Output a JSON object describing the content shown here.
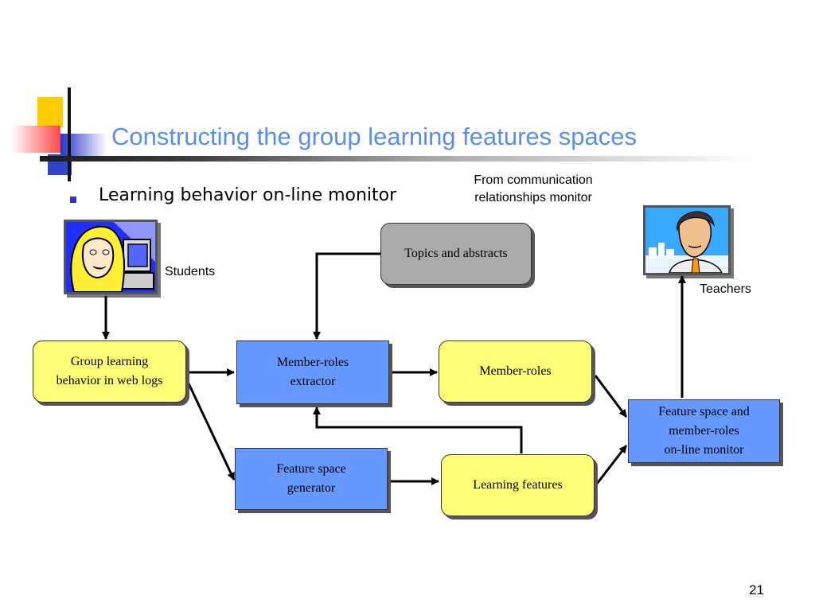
{
  "slide": {
    "title": "Constructing the group learning features spaces",
    "bullet": "Learning behavior on-line monitor",
    "page_number": "21"
  },
  "labels": {
    "students": "Students",
    "teachers": "Teachers",
    "from_monitor_line1": "From communication",
    "from_monitor_line2": "relationships monitor"
  },
  "nodes": {
    "group_learning": [
      "Group learning",
      "behavior in web logs"
    ],
    "topics": [
      "Topics and abstracts"
    ],
    "member_roles_extractor": [
      "Member-roles",
      "extractor"
    ],
    "member_roles": [
      "Member-roles"
    ],
    "feature_space_generator": [
      "Feature space",
      "generator"
    ],
    "learning_features": [
      "Learning features"
    ],
    "feature_space_monitor": [
      "Feature space and",
      "member-roles",
      "on-line monitor"
    ]
  },
  "colors": {
    "title": "#5b8ee6",
    "process_box": "#6699ff",
    "data_box": "#ffff77",
    "source_box": "#aaaaaa"
  }
}
